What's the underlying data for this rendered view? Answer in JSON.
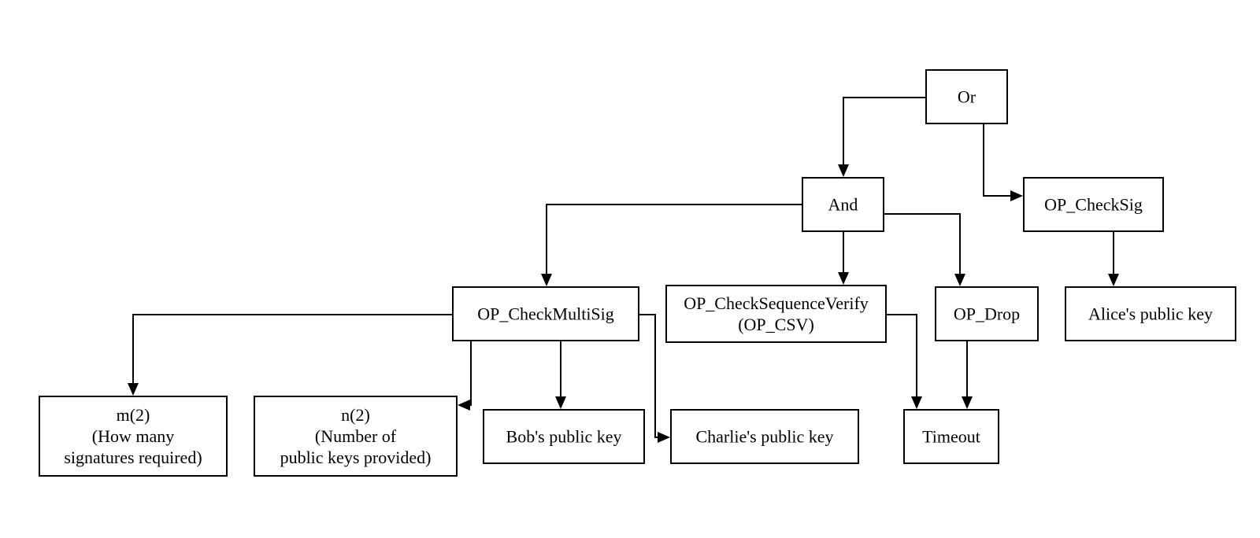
{
  "nodes": {
    "or": [
      "Or"
    ],
    "and": [
      "And"
    ],
    "checksig": [
      "OP_CheckSig"
    ],
    "multisig": [
      "OP_CheckMultiSig"
    ],
    "csv": [
      "OP_CheckSequenceVerify",
      "(OP_CSV)"
    ],
    "drop": [
      "OP_Drop"
    ],
    "alice": [
      "Alice's public key"
    ],
    "m": [
      "m(2)",
      "(How many",
      "signatures required)"
    ],
    "n": [
      "n(2)",
      "(Number of",
      "public keys provided)"
    ],
    "bob": [
      "Bob's public key"
    ],
    "charlie": [
      "Charlie's public key"
    ],
    "timeout": [
      "Timeout"
    ]
  },
  "edges": [
    {
      "from": "or",
      "to": "and"
    },
    {
      "from": "or",
      "to": "checksig"
    },
    {
      "from": "and",
      "to": "multisig"
    },
    {
      "from": "and",
      "to": "csv"
    },
    {
      "from": "and",
      "to": "drop"
    },
    {
      "from": "checksig",
      "to": "alice"
    },
    {
      "from": "multisig",
      "to": "m"
    },
    {
      "from": "multisig",
      "to": "n"
    },
    {
      "from": "multisig",
      "to": "bob"
    },
    {
      "from": "multisig",
      "to": "charlie"
    },
    {
      "from": "csv",
      "to": "timeout"
    },
    {
      "from": "drop",
      "to": "timeout"
    }
  ]
}
